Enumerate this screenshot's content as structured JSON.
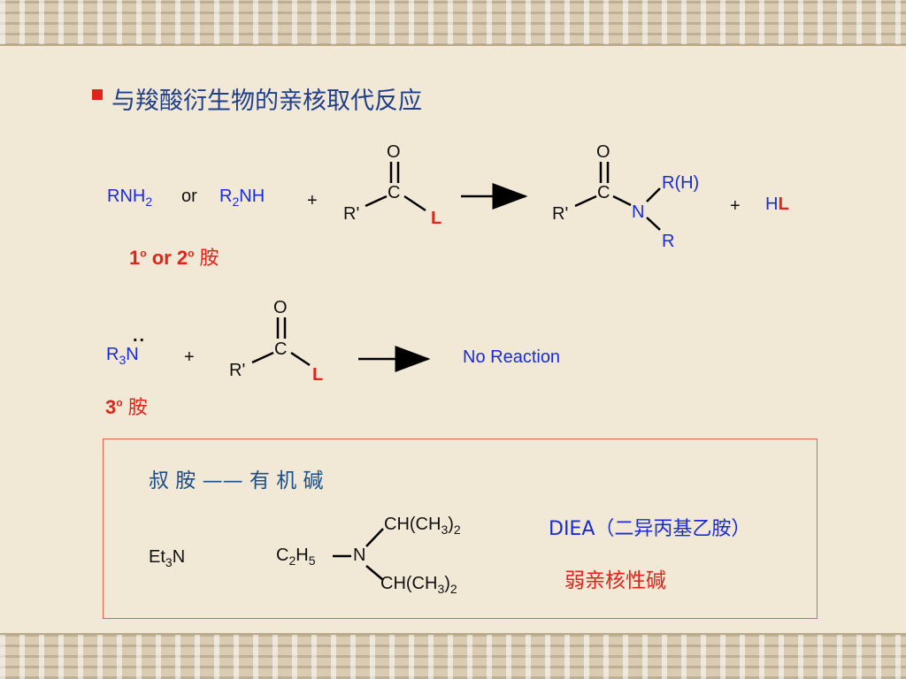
{
  "title": "与羧酸衍生物的亲核取代反应",
  "reaction1": {
    "amine1": "RNH",
    "amine1_sub": "2",
    "or": "or",
    "amine2_r": "R",
    "amine2_sub": "2",
    "amine2_nh": "NH",
    "plus1": "+",
    "acyl_O": "O",
    "acyl_C": "C",
    "acyl_R": "R'",
    "acyl_L": "L",
    "prod_O": "O",
    "prod_C": "C",
    "prod_R": "R'",
    "prod_N": "N",
    "prod_RH": "R(H)",
    "prod_R2": "R",
    "plus2": "+",
    "byproduct_H": "H",
    "byproduct_L": "L",
    "label_1": "1",
    "label_o1": "o",
    "label_or": "or 2",
    "label_o2": "o",
    "label_cn": "胺"
  },
  "reaction2": {
    "amine_r": "R",
    "amine_sub": "3",
    "amine_n": "N",
    "lone_pair": "..",
    "plus": "+",
    "acyl_O": "O",
    "acyl_C": "C",
    "acyl_R": "R'",
    "acyl_L": "L",
    "result": "No Reaction",
    "label_3": "3",
    "label_o": "o",
    "label_cn": "胺"
  },
  "box": {
    "heading": "叔 胺 —— 有 机 碱",
    "et3n_et": "Et",
    "et3n_sub": "3",
    "et3n_n": "N",
    "diea_c2h": "C",
    "diea_sub2": "2",
    "diea_h": "H",
    "diea_sub5": "5",
    "diea_n": "N",
    "top_group": "CH(CH",
    "top_sub3": "3",
    "top_close": ")",
    "top_sub2": "2",
    "bot_group": "CH(CH",
    "bot_sub3": "3",
    "bot_close": ")",
    "bot_sub2": "2",
    "diea_name": "DIEA（二异丙基乙胺）",
    "diea_note": "弱亲核性碱"
  },
  "colors": {
    "blue": "#1a2bd8",
    "red": "#e2231a",
    "title": "#1f3f8a",
    "background": "#f1e8d6"
  }
}
